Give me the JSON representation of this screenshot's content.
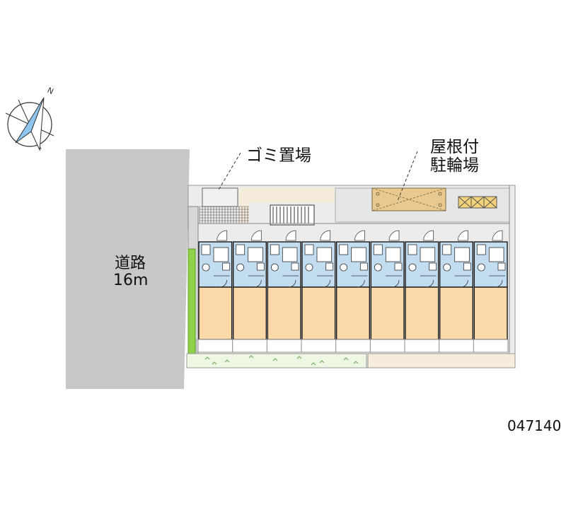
{
  "compass": {
    "label": "N"
  },
  "road": {
    "name": "道路",
    "width": "16m"
  },
  "garbage_area": {
    "label": "ゴミ置場"
  },
  "bike_parking": {
    "line1": "屋根付",
    "line2": "駐輪場"
  },
  "property_code": "047140",
  "units": {
    "count": 9
  },
  "colors": {
    "road": "#c8c8c8",
    "plaza": "#ececec",
    "room": "#fbd9a8",
    "wet_area": "#c3ddf0",
    "green": "#8fd24a",
    "beige": "#f6ecdc",
    "lawn": "#eef6e4",
    "bike_box": "#e9c98f",
    "rack": "#f3d27a"
  }
}
